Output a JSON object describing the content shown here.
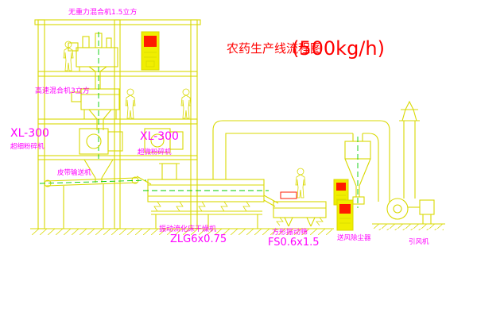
{
  "title": {
    "main": "农药生产线流程图",
    "capacity": "(500kg/h)"
  },
  "labels": {
    "mixer_top": "无重力混合机1.5立方",
    "mixer_mid": "高速混合机3立方",
    "mill_left_model": "XL-300",
    "mill_left_name": "超细粉碎机",
    "mill_right_model": "XL-300",
    "mill_right_name": "超微粉碎机",
    "belt_conveyor": "皮带输送机",
    "dryer_name": "振动流化床干燥机",
    "dryer_model": "ZLG6x0.75",
    "screen_name": "方形振动筛",
    "screen_model": "FS0.6x1.5",
    "dust_collector": "送风除尘器",
    "fan": "引风机"
  },
  "colors": {
    "line": "#d9d900",
    "accent_green": "#00cc00",
    "label": "#ff00ff",
    "title": "#ff0000",
    "cabinet_fill": "#f0ee00",
    "display": "#ff1a00"
  }
}
